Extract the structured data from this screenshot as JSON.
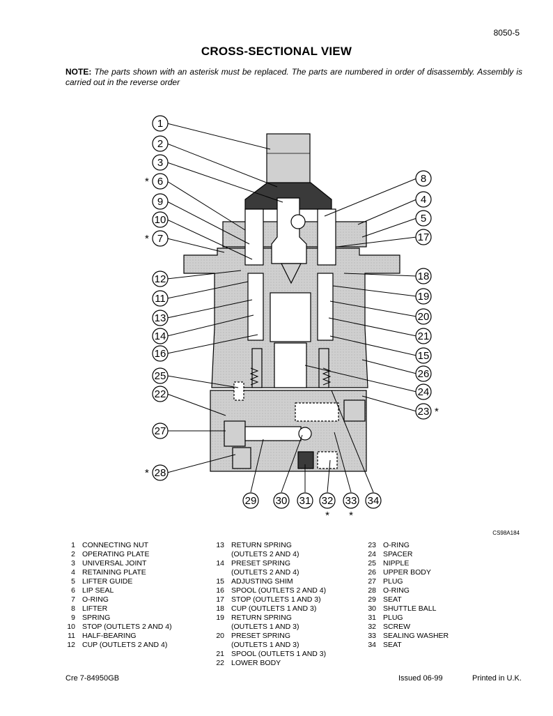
{
  "page": {
    "number": "8050-5",
    "title": "CROSS-SECTIONAL VIEW",
    "note_label": "NOTE:",
    "note_text": "The parts shown with an asterisk must be replaced. The parts are numbered in order of disassembly. Assembly is carried out in the reverse order",
    "figure_code": "CS98A184"
  },
  "callouts": [
    {
      "num": "1",
      "asterisk": false
    },
    {
      "num": "2",
      "asterisk": false
    },
    {
      "num": "3",
      "asterisk": false
    },
    {
      "num": "6",
      "asterisk": true
    },
    {
      "num": "9",
      "asterisk": false
    },
    {
      "num": "10",
      "asterisk": false
    },
    {
      "num": "7",
      "asterisk": true
    },
    {
      "num": "12",
      "asterisk": false
    },
    {
      "num": "11",
      "asterisk": false
    },
    {
      "num": "13",
      "asterisk": false
    },
    {
      "num": "14",
      "asterisk": false
    },
    {
      "num": "16",
      "asterisk": false
    },
    {
      "num": "25",
      "asterisk": false
    },
    {
      "num": "22",
      "asterisk": false
    },
    {
      "num": "27",
      "asterisk": false
    },
    {
      "num": "28",
      "asterisk": true
    },
    {
      "num": "8",
      "asterisk": false
    },
    {
      "num": "4",
      "asterisk": false
    },
    {
      "num": "5",
      "asterisk": false
    },
    {
      "num": "17",
      "asterisk": false
    },
    {
      "num": "18",
      "asterisk": false
    },
    {
      "num": "19",
      "asterisk": false
    },
    {
      "num": "20",
      "asterisk": false
    },
    {
      "num": "21",
      "asterisk": false
    },
    {
      "num": "15",
      "asterisk": false
    },
    {
      "num": "26",
      "asterisk": false
    },
    {
      "num": "24",
      "asterisk": false
    },
    {
      "num": "23",
      "asterisk": true
    },
    {
      "num": "29",
      "asterisk": false
    },
    {
      "num": "30",
      "asterisk": false
    },
    {
      "num": "31",
      "asterisk": false
    },
    {
      "num": "32",
      "asterisk": true
    },
    {
      "num": "33",
      "asterisk": true
    },
    {
      "num": "34",
      "asterisk": false
    }
  ],
  "asterisk_symbol": "*",
  "parts": [
    {
      "num": "1",
      "lines": [
        "CONNECTING NUT"
      ]
    },
    {
      "num": "2",
      "lines": [
        "OPERATING PLATE"
      ]
    },
    {
      "num": "3",
      "lines": [
        "UNIVERSAL JOINT"
      ]
    },
    {
      "num": "4",
      "lines": [
        "RETAINING PLATE"
      ]
    },
    {
      "num": "5",
      "lines": [
        "LIFTER GUIDE"
      ]
    },
    {
      "num": "6",
      "lines": [
        "LIP SEAL"
      ]
    },
    {
      "num": "7",
      "lines": [
        "O-RING"
      ]
    },
    {
      "num": "8",
      "lines": [
        "LIFTER"
      ]
    },
    {
      "num": "9",
      "lines": [
        "SPRING"
      ]
    },
    {
      "num": "10",
      "lines": [
        "STOP (OUTLETS 2 AND 4)"
      ]
    },
    {
      "num": "11",
      "lines": [
        "HALF-BEARING"
      ]
    },
    {
      "num": "12",
      "lines": [
        "CUP (OUTLETS 2 AND 4)"
      ]
    },
    {
      "num": "13",
      "lines": [
        "RETURN SPRING",
        "(OUTLETS 2 AND 4)"
      ]
    },
    {
      "num": "14",
      "lines": [
        "PRESET SPRING",
        "(OUTLETS 2 AND 4)"
      ]
    },
    {
      "num": "15",
      "lines": [
        "ADJUSTING SHIM"
      ]
    },
    {
      "num": "16",
      "lines": [
        "SPOOL (OUTLETS 2 AND 4)"
      ]
    },
    {
      "num": "17",
      "lines": [
        "STOP (OUTLETS 1 AND 3)"
      ]
    },
    {
      "num": "18",
      "lines": [
        "CUP (OUTLETS 1 AND 3)"
      ]
    },
    {
      "num": "19",
      "lines": [
        "RETURN SPRING",
        "(OUTLETS 1 AND 3)"
      ]
    },
    {
      "num": "20",
      "lines": [
        "PRESET SPRING",
        "(OUTLETS 1 AND 3)"
      ]
    },
    {
      "num": "21",
      "lines": [
        "SPOOL (OUTLETS 1 AND 3)"
      ]
    },
    {
      "num": "22",
      "lines": [
        "LOWER BODY"
      ]
    },
    {
      "num": "23",
      "lines": [
        "O-RING"
      ]
    },
    {
      "num": "24",
      "lines": [
        "SPACER"
      ]
    },
    {
      "num": "25",
      "lines": [
        "NIPPLE"
      ]
    },
    {
      "num": "26",
      "lines": [
        "UPPER BODY"
      ]
    },
    {
      "num": "27",
      "lines": [
        "PLUG"
      ]
    },
    {
      "num": "28",
      "lines": [
        "O-RING"
      ]
    },
    {
      "num": "29",
      "lines": [
        "SEAT"
      ]
    },
    {
      "num": "30",
      "lines": [
        "SHUTTLE BALL"
      ]
    },
    {
      "num": "31",
      "lines": [
        "PLUG"
      ]
    },
    {
      "num": "32",
      "lines": [
        "SCREW"
      ]
    },
    {
      "num": "33",
      "lines": [
        "SEALING WASHER"
      ]
    },
    {
      "num": "34",
      "lines": [
        "SEAT"
      ]
    }
  ],
  "footer": {
    "left": "Cre  7-84950GB",
    "issued": "Issued 06-99",
    "printed": "Printed in U.K."
  }
}
